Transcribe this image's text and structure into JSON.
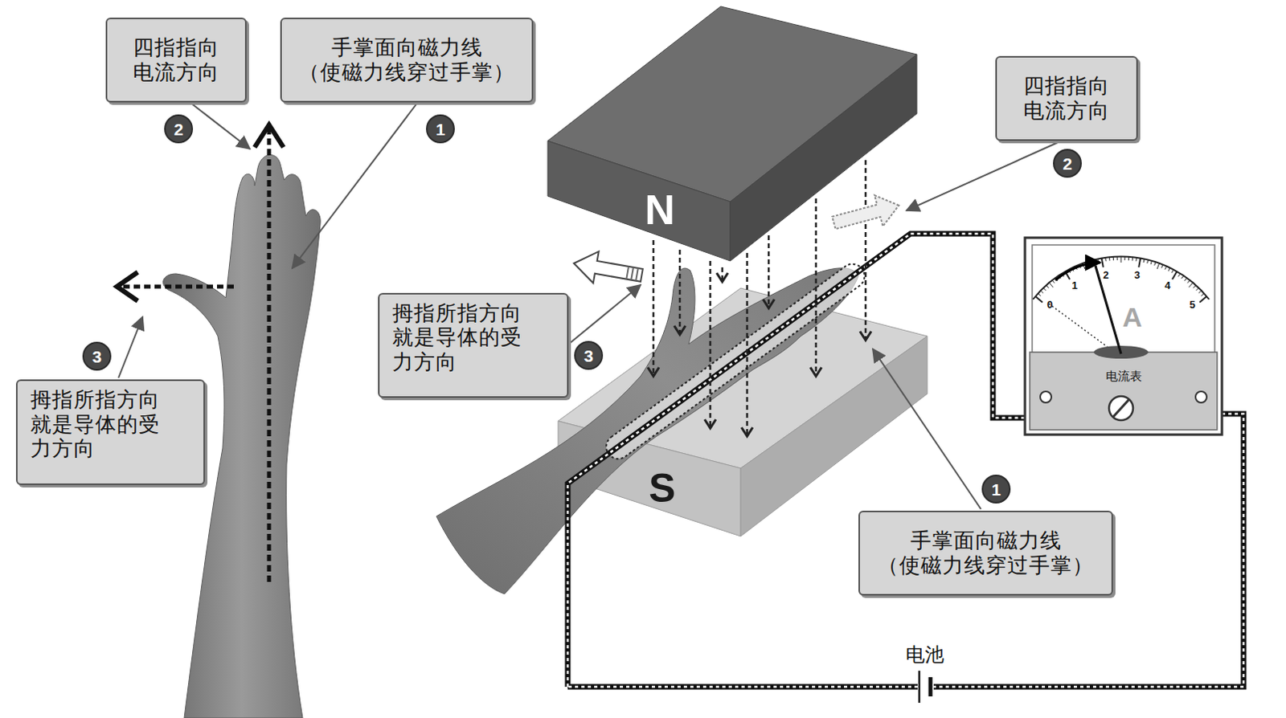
{
  "diagram": {
    "nodes": [
      {
        "text": [
          "四指指向 电流方向"
        ]
      },
      {
        "text": [
          "手掌面向磁力线 （使磁力线穿过手掌）"
        ]
      },
      {
        "text": [
          "四指指向 电流方向"
        ]
      },
      {
        "text": [
          "拇指所指方向 就是导体的受 力方向"
        ]
      },
      {
        "text": [
          "拇指所指方向 就是导体的受 力方向"
        ]
      },
      {
        "text": [
          "手掌面向磁力线 （使磁力线穿过手掌）"
        ]
      }
    ],
    "labels": [
      "2",
      "1",
      "N",
      "2",
      "3",
      "3",
      "S",
      "0",
      "1",
      "2",
      "3",
      "4",
      "5",
      "A",
      "电流表",
      "1",
      "电池"
    ]
  }
}
